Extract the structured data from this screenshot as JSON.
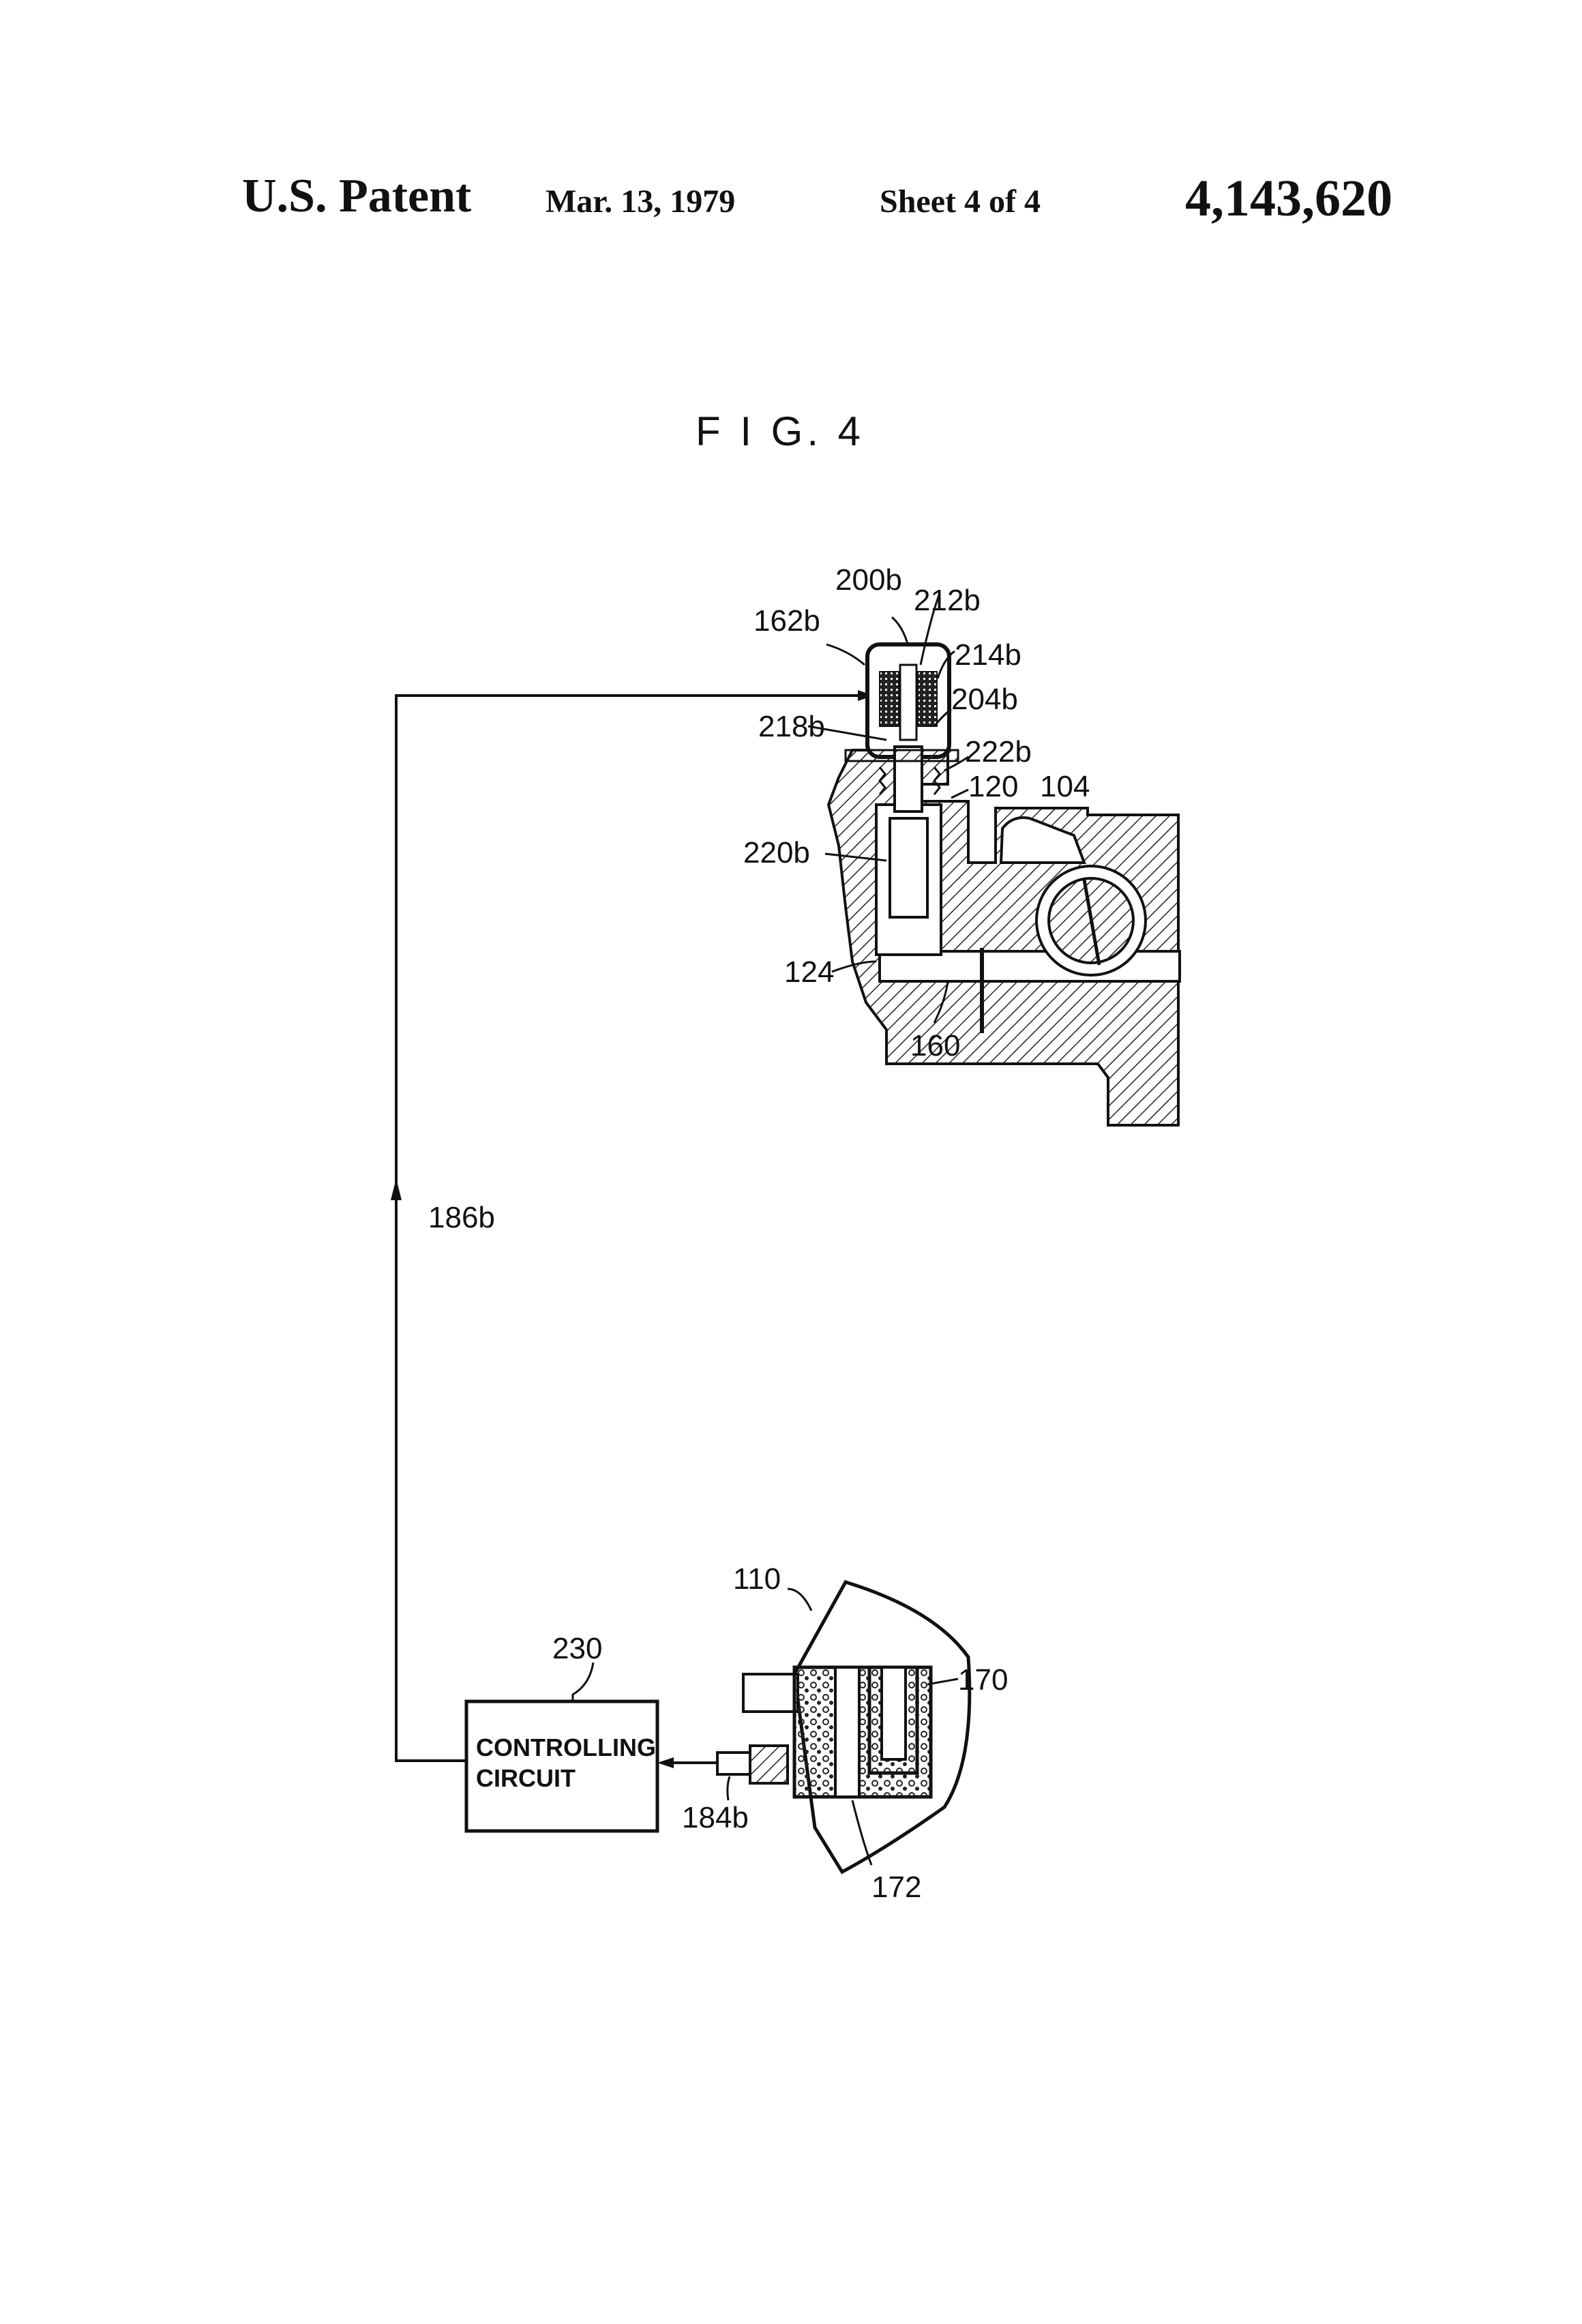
{
  "header": {
    "left": "U.S. Patent",
    "date": "Mar. 13, 1979",
    "sheet": "Sheet 4 of 4",
    "patent_number": "4,143,620"
  },
  "figure": {
    "title": "F I G. 4",
    "labels": {
      "l200b": "200b",
      "l212b": "212b",
      "l162b": "162b",
      "l214b": "214b",
      "l204b": "204b",
      "l218b": "218b",
      "l222b": "222b",
      "l120": "120",
      "l104": "104",
      "l220b": "220b",
      "l124": "124",
      "l160": "160",
      "l186b": "186b",
      "l110": "110",
      "l230": "230",
      "l170": "170",
      "l184b": "184b",
      "l172": "172"
    },
    "controller": {
      "line1": "CONTROLLING",
      "line2": "CIRCUIT"
    }
  }
}
